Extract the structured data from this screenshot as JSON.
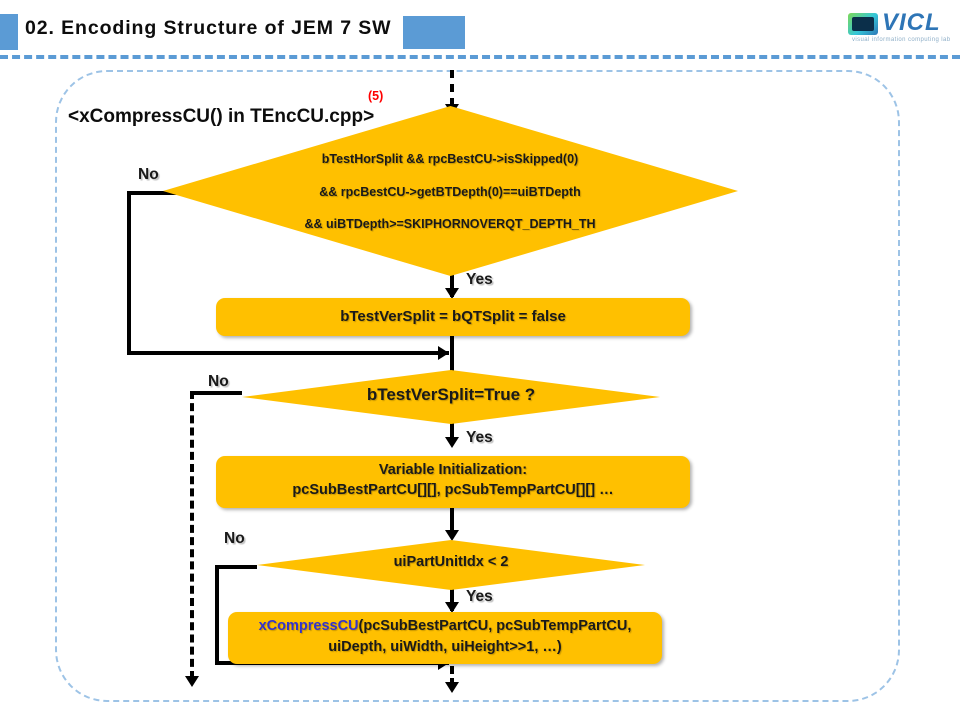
{
  "header": {
    "title": "02. Encoding Structure of JEM 7 SW",
    "accent_color": "#5B9BD5"
  },
  "logo": {
    "wordmark": "VICL",
    "tagline": "visual information computing lab"
  },
  "slide": {
    "subtitle": "<xCompressCU() in TEncCU.cpp>",
    "step_number": "(5)",
    "step_color": "#FF0000",
    "shape_color": "#FFC000",
    "container_border_color": "#9DC3E6"
  },
  "flow": {
    "decision1": {
      "line1": "bTestHorSplit && rpcBestCU->isSkipped(0)",
      "line2": "&& rpcBestCU->getBTDepth(0)==uiBTDepth",
      "line3": "&& uiBTDepth>=SKIPHORNOVERQT_DEPTH_TH",
      "no_label": "No",
      "yes_label": "Yes"
    },
    "process1": {
      "text": "bTestVerSplit = bQTSplit = false"
    },
    "decision2": {
      "text": "bTestVerSplit=True ?",
      "no_label": "No",
      "yes_label": "Yes"
    },
    "process2": {
      "line1": "Variable Initialization:",
      "line2": "pcSubBestPartCU[][], pcSubTempPartCU[][] …"
    },
    "decision3": {
      "text": "uiPartUnitIdx < 2",
      "no_label": "No",
      "yes_label": "Yes"
    },
    "process3": {
      "call_name": "xCompressCU",
      "line1_args": "(pcSubBestPartCU, pcSubTempPartCU,",
      "line2": "uiDepth, uiWidth, uiHeight>>1, …)"
    }
  }
}
